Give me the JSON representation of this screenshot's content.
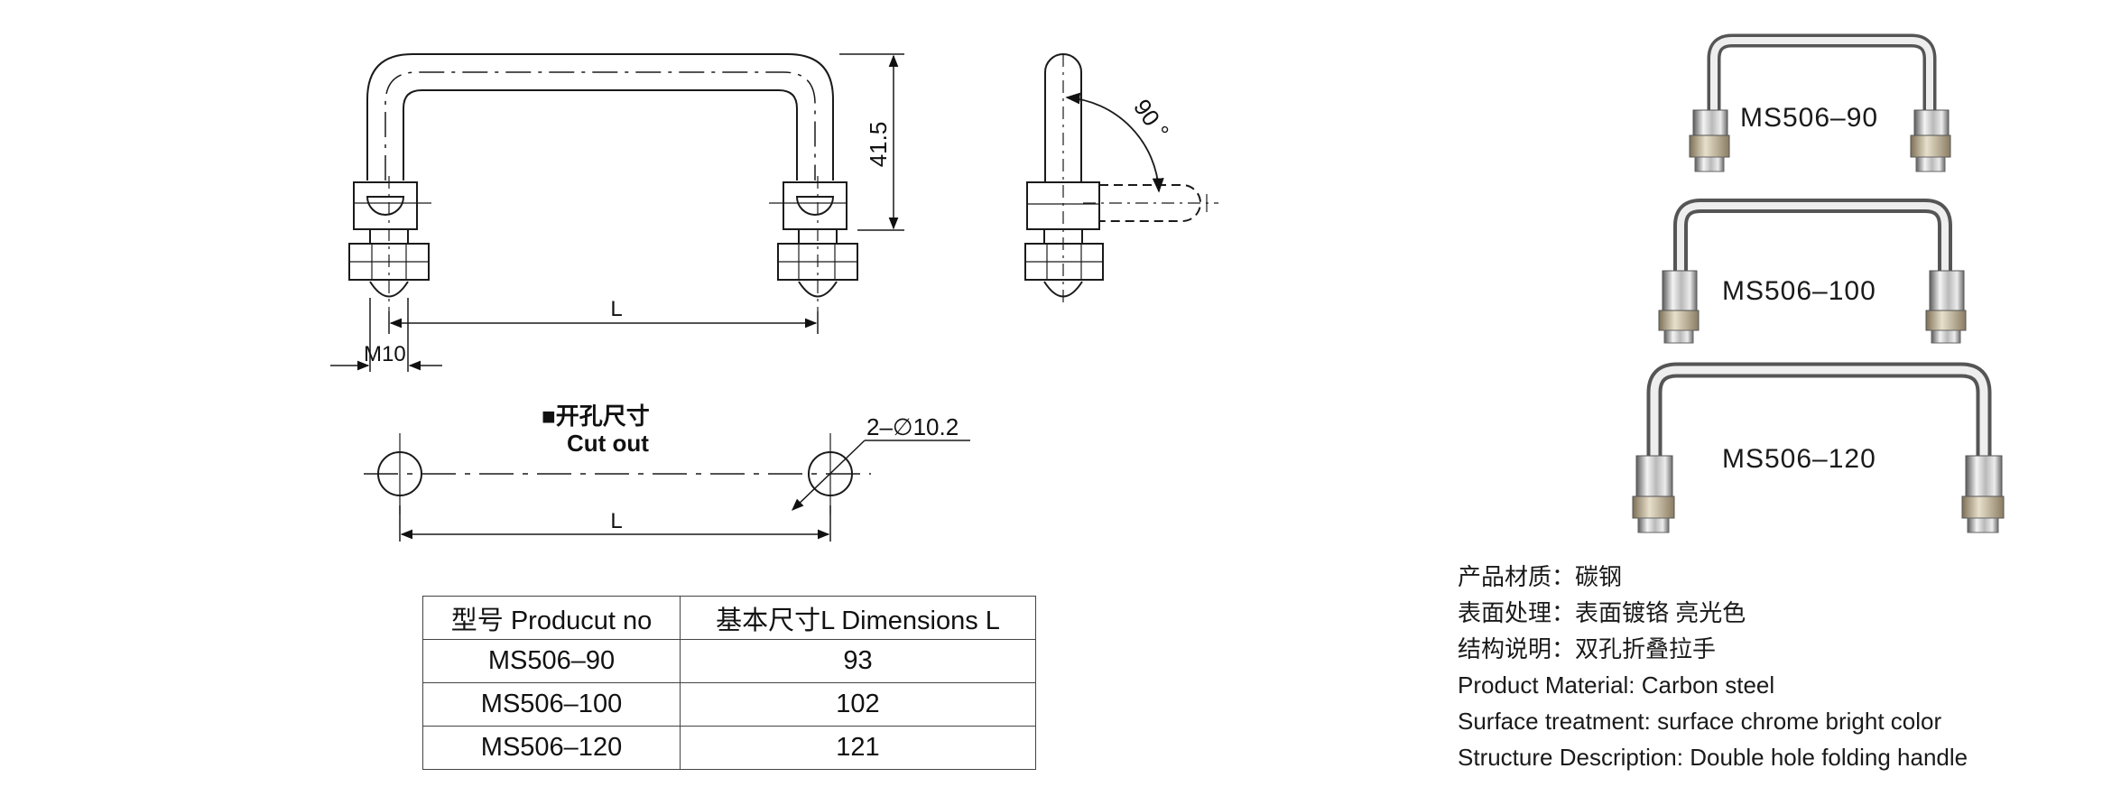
{
  "drawing": {
    "front": {
      "dim_height": "41.5",
      "dim_length": "L",
      "dim_thread": "M10"
    },
    "side": {
      "angle": "90 °"
    },
    "cutout": {
      "title_cn": "■开孔尺寸",
      "title_en": "Cut out",
      "hole_spec": "2–∅10.2",
      "dim_length": "L"
    }
  },
  "table": {
    "headers": [
      "型号 Producut no",
      "基本尺寸L  Dimensions L"
    ],
    "rows": [
      [
        "MS506–90",
        "93"
      ],
      [
        "MS506–100",
        "102"
      ],
      [
        "MS506–120",
        "121"
      ]
    ]
  },
  "photos": [
    {
      "label": "MS506–90"
    },
    {
      "label": "MS506–100"
    },
    {
      "label": "MS506–120"
    }
  ],
  "specs": [
    "产品材质：碳钢",
    "表面处理：表面镀铬 亮光色",
    "结构说明：双孔折叠拉手",
    "Product Material: Carbon steel",
    "Surface treatment: surface chrome bright color",
    "Structure Description: Double hole folding handle"
  ],
  "colors": {
    "line": "#1a1a1a",
    "chrome_light": "#f2f2f2",
    "chrome_dark": "#6e6e6e"
  }
}
